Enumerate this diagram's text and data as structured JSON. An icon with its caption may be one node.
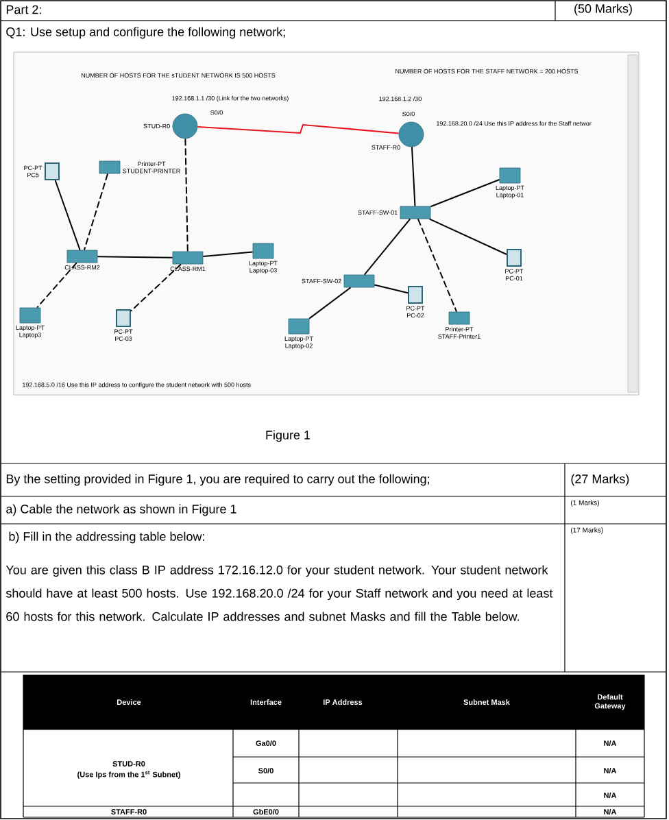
{
  "diagram": {
    "nodes": [
      {
        "text": [
          "STUD-R0"
        ],
        "beside": [
          "S0/0"
        ]
      },
      {
        "text": [
          "STAFF-R0"
        ],
        "beside": [
          "S0/0"
        ]
      },
      {
        "text": [
          "PC-PT",
          "PC5"
        ]
      },
      {
        "text": [
          "Printer-PT",
          "STUDENT-PRINTER"
        ]
      },
      {
        "text": [
          "CLASS-RM2"
        ]
      },
      {
        "text": [
          "CLASS-RM1"
        ]
      },
      {
        "text": [
          "Laptop-PT",
          "Laptop-03"
        ]
      },
      {
        "text": [
          "Laptop-PT",
          "Laptop3"
        ]
      },
      {
        "text": [
          "PC-PT",
          "PC-03"
        ]
      },
      {
        "text": [
          "STAFF-SW-01"
        ]
      },
      {
        "text": [
          "Laptop-PT",
          "Laptop-01"
        ]
      },
      {
        "text": [
          "STAFF-SW-02"
        ]
      },
      {
        "text": [
          "PC-PT",
          "PC-01"
        ]
      },
      {
        "text": [
          "PC-PT",
          "PC-02"
        ]
      },
      {
        "text": [
          "Printer-PT",
          "STAFF-Printer1"
        ]
      },
      {
        "text": [
          "Laptop-PT",
          "Laptop-02"
        ]
      }
    ],
    "edges": [
      {
        "from": 0,
        "to": 1,
        "arrow": "none",
        "color": "#e8141c"
      },
      {
        "from": 0,
        "to": 5,
        "arrow": "none",
        "style": "dashed"
      },
      {
        "from": 1,
        "to": 9,
        "arrow": "none"
      },
      {
        "from": 2,
        "to": 4,
        "arrow": "none"
      },
      {
        "from": 3,
        "to": 4,
        "arrow": "none",
        "style": "dashed"
      },
      {
        "from": 4,
        "to": 5,
        "arrow": "none"
      },
      {
        "from": 5,
        "to": 6,
        "arrow": "none"
      },
      {
        "from": 4,
        "to": 7,
        "arrow": "none",
        "style": "dashed"
      },
      {
        "from": 5,
        "to": 8,
        "arrow": "none",
        "style": "dashed"
      },
      {
        "from": 9,
        "to": 10,
        "arrow": "none"
      },
      {
        "from": 9,
        "to": 11,
        "arrow": "none"
      },
      {
        "from": 9,
        "to": 12,
        "arrow": "none"
      },
      {
        "from": 9,
        "to": 14,
        "arrow": "none",
        "style": "dashed"
      },
      {
        "from": 11,
        "to": 13,
        "arrow": "none"
      },
      {
        "from": 11,
        "to": 15,
        "arrow": "none"
      }
    ],
    "labels": [
      "Part 2:",
      "(50 Marks)",
      "Q1: Use setup and configure the following network;",
      "NUMBER OF HOSTS FOR THE sTUDENT NETWORK IS 500 HOSTS",
      "NUMBER OF HOSTS FOR THE STAFF NETWORK = 200 HOSTS",
      "192.168.1.1 /30 (Link for the two networks)",
      "192.168.1.2 /30",
      "192.168.20.0 /24 Use this IP address for the Staff networ",
      "192.168.5.0 /16 Use this IP address to configure the student network with 500 hosts",
      "Figure 1",
      "By the setting provided in Figure 1, you are required to carry out the following;",
      "(27 Marks)",
      "a) Cable the network as shown in Figure 1",
      "(1 Marks)",
      "b) Fill in the addressing table below:",
      "(17 Marks)",
      "You are given this class B IP address 172.16.12.0 for your student network. Your student network should have at least 500 hosts. Use 192.168.20.0 /24 for your Staff network and you need at least 60 hosts for this network. Calculate IP addresses and subnet Masks and fill the Table below.",
      "Device",
      "Interface",
      "IP Address",
      "Subnet Mask",
      "Default Gateway",
      "STUD-R0",
      "(Use Ips from the 1$^{st}$ Subnet)",
      "Ga0/0",
      "N/A",
      "S0/0",
      "N/A",
      "N/A",
      "STAFF-R0",
      "GbE0/0",
      "N/A"
    ]
  }
}
